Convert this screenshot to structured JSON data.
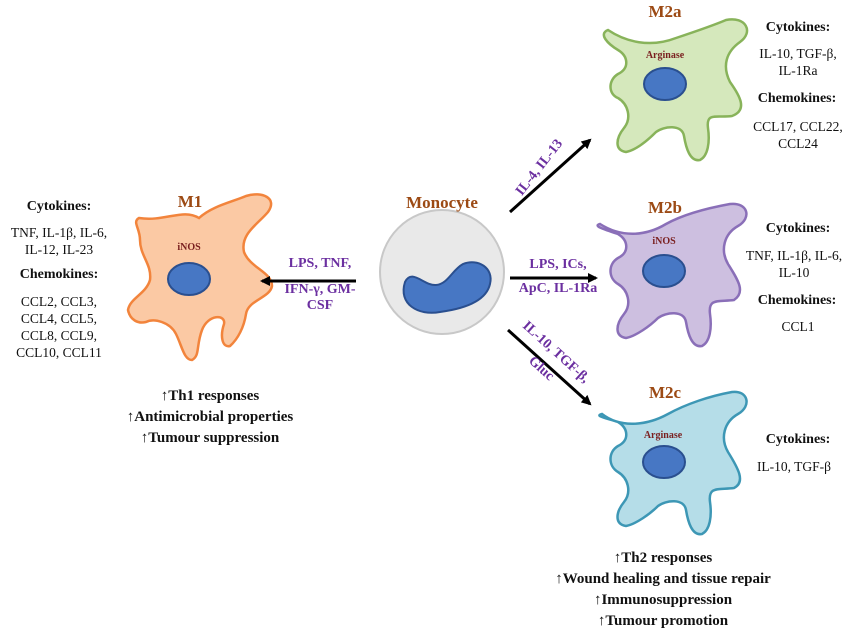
{
  "monocyte": {
    "label": "Monocyte"
  },
  "m1": {
    "title": "M1",
    "enzyme": "iNOS",
    "cytokines_header": "Cytokines:",
    "cytokines": [
      "TNF, IL-1β, IL-6,",
      "IL-12, IL-23"
    ],
    "chemokines_header": "Chemokines:",
    "chemokines": [
      "CCL2, CCL3,",
      "CCL4, CCL5,",
      "CCL8, CCL9,",
      "CCL10, CCL11"
    ],
    "stimuli": [
      "LPS, TNF,",
      "IFN-γ, GM-",
      "CSF"
    ],
    "outcomes": [
      "↑Th1 responses",
      "↑Antimicrobial properties",
      "↑Tumour suppression"
    ]
  },
  "m2a": {
    "title": "M2a",
    "enzyme": "Arginase",
    "cytokines_header": "Cytokines:",
    "cytokines": [
      "IL-10, TGF-β,",
      "IL-1Ra"
    ],
    "chemokines_header": "Chemokines:",
    "chemokines": [
      "CCL17, CCL22,",
      "CCL24"
    ],
    "stimuli": "IL-4, IL-13"
  },
  "m2b": {
    "title": "M2b",
    "enzyme": "iNOS",
    "cytokines_header": "Cytokines:",
    "cytokines": [
      "TNF, IL-1β, IL-6,",
      "IL-10"
    ],
    "chemokines_header": "Chemokines:",
    "chemokines": [
      "CCL1"
    ],
    "stimuli": [
      "LPS, ICs,",
      "ApC, IL-1Ra"
    ]
  },
  "m2c": {
    "title": "M2c",
    "enzyme": "Arginase",
    "cytokines_header": "Cytokines:",
    "cytokines": [
      "IL-10, TGF-β"
    ],
    "stimuli": [
      "IL-10, TGF-β,",
      "Gluc"
    ],
    "outcomes": [
      "↑Th2 responses",
      "↑Wound healing and tissue repair",
      "↑Immunosuppression",
      "↑Tumour promotion"
    ]
  },
  "colors": {
    "m1_fill": "#fbc9a4",
    "m1_stroke": "#f2843c",
    "m2a_fill": "#d5e8bc",
    "m2a_stroke": "#88b35a",
    "m2b_fill": "#cdbfe0",
    "m2b_stroke": "#8a6fb8",
    "m2c_fill": "#b5dde8",
    "m2c_stroke": "#3d97b5",
    "nucleus_fill": "#4777c4",
    "nucleus_stroke": "#2a4f8f",
    "stimulus_text": "#6b2fa0",
    "title_text": "#9c4a14"
  }
}
